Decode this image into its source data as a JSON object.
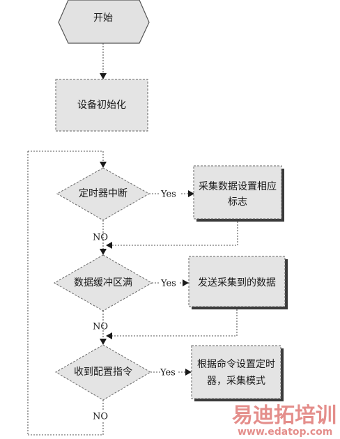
{
  "flowchart": {
    "start": "开始",
    "init": "设备初始化",
    "decision_timer": "定时器中断",
    "action_timer_line1": "采集数据设置相应",
    "action_timer_line2": "标志",
    "decision_buffer": "数据缓冲区满",
    "action_buffer": "发送采集到的数据",
    "decision_config": "收到配置指令",
    "action_config_line1": "根据命令设置定时",
    "action_config_line2": "器，采集模式"
  },
  "edge_labels": {
    "yes_1": "Yes",
    "yes_2": "Yes",
    "yes_3": "Yes",
    "no_1": "NO",
    "no_2": "NO",
    "no_3": "NO"
  },
  "watermark": {
    "brand": "易迪拓培训",
    "url": "www.edatop.com"
  },
  "colors": {
    "shape_fill": "#e2e2e2",
    "shape_stroke": "#555555",
    "shadow": "#3a3a3a",
    "watermark": "#e07b77"
  }
}
